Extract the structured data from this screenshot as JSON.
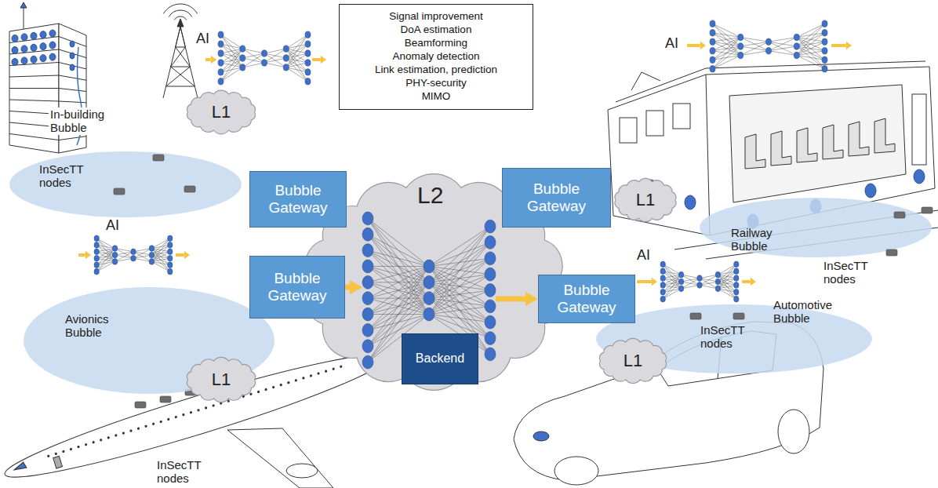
{
  "diagram": {
    "nodes": [
      {
        "text": [
          "In-building Bubble",
          "InSecTT nodes"
        ]
      },
      {
        "text": [
          "L1"
        ]
      },
      {
        "text": [
          "Signal improvement",
          "DoA estimation",
          "Beamforming",
          "Anomaly detection",
          "Link estimation, prediction",
          "PHY-security",
          "MIMO"
        ]
      },
      {
        "text": [
          "Bubble Gateway"
        ]
      },
      {
        "text": [
          "L2"
        ]
      },
      {
        "text": [
          "Bubble Gateway"
        ]
      },
      {
        "text": [
          "L1"
        ]
      },
      {
        "text": [
          "Railway Bubble",
          "InSecTT nodes"
        ]
      },
      {
        "text": [
          "Bubble Gateway"
        ]
      },
      {
        "text": [
          "Bubble Gateway"
        ]
      },
      {
        "text": [
          "Automotive Bubble",
          "InSecTT nodes"
        ]
      },
      {
        "text": [
          "Avionics Bubble"
        ]
      },
      {
        "text": [
          "L1"
        ]
      },
      {
        "text": [
          "Backend"
        ]
      },
      {
        "text": [
          "L1"
        ]
      }
    ],
    "edges": [
      {
        "from": 8,
        "to": 4,
        "arrow": "to"
      },
      {
        "from": 4,
        "to": 9,
        "arrow": "to"
      }
    ],
    "labels": [
      "AI",
      "AI",
      "AI",
      "AI",
      "InSecTT nodes"
    ]
  }
}
